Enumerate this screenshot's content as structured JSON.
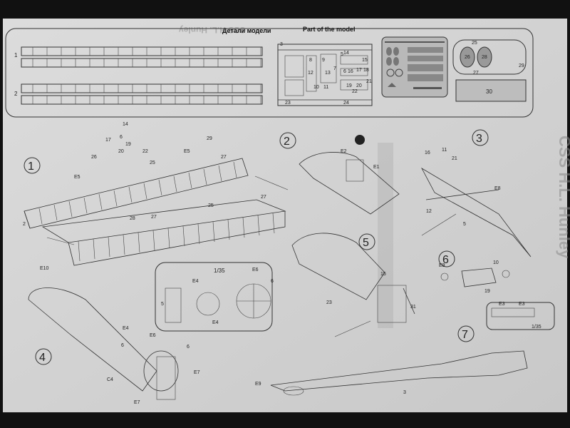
{
  "header": {
    "title_ru": "Детали модели",
    "title_en": "Part of the model",
    "ghost_title": "CSS H.L. Hunley"
  },
  "sprues": {
    "sprue1_label": "1",
    "sprue2_label": "2",
    "fret_labels": [
      "3",
      "5",
      "6",
      "7",
      "8",
      "9",
      "10",
      "11",
      "12",
      "13",
      "14",
      "15",
      "16",
      "17",
      "18",
      "19",
      "20",
      "21",
      "22",
      "23",
      "24"
    ],
    "disc_labels": [
      "25",
      "26",
      "27",
      "28",
      "29"
    ],
    "plate_label": "30"
  },
  "steps": [
    {
      "number": "1",
      "labels": [
        "14",
        "17",
        "6",
        "19",
        "20",
        "22",
        "26",
        "25",
        "E5",
        "29",
        "E5",
        "27",
        "2",
        "28",
        "27",
        "25",
        "27",
        "E10"
      ]
    },
    {
      "number": "2",
      "labels": [
        "E2",
        "E1"
      ]
    },
    {
      "number": "3",
      "labels": [
        "16",
        "11",
        "21",
        "E8",
        "12",
        "5"
      ]
    },
    {
      "number": "4",
      "labels": [
        "E4",
        "6",
        "E6",
        "6",
        "C4",
        "E7",
        "E7"
      ]
    },
    {
      "number": "5",
      "labels": [
        "15",
        "23",
        "31"
      ]
    },
    {
      "number": "6",
      "labels": [
        "E9",
        "10",
        "19",
        "E3",
        "E3"
      ]
    },
    {
      "number": "7",
      "labels": [
        "E9",
        "3"
      ]
    }
  ],
  "inset": {
    "scale": "1/35",
    "labels": [
      "E4",
      "E6",
      "6",
      "5",
      "E4"
    ]
  },
  "inset6": {
    "scale": "1/35"
  }
}
